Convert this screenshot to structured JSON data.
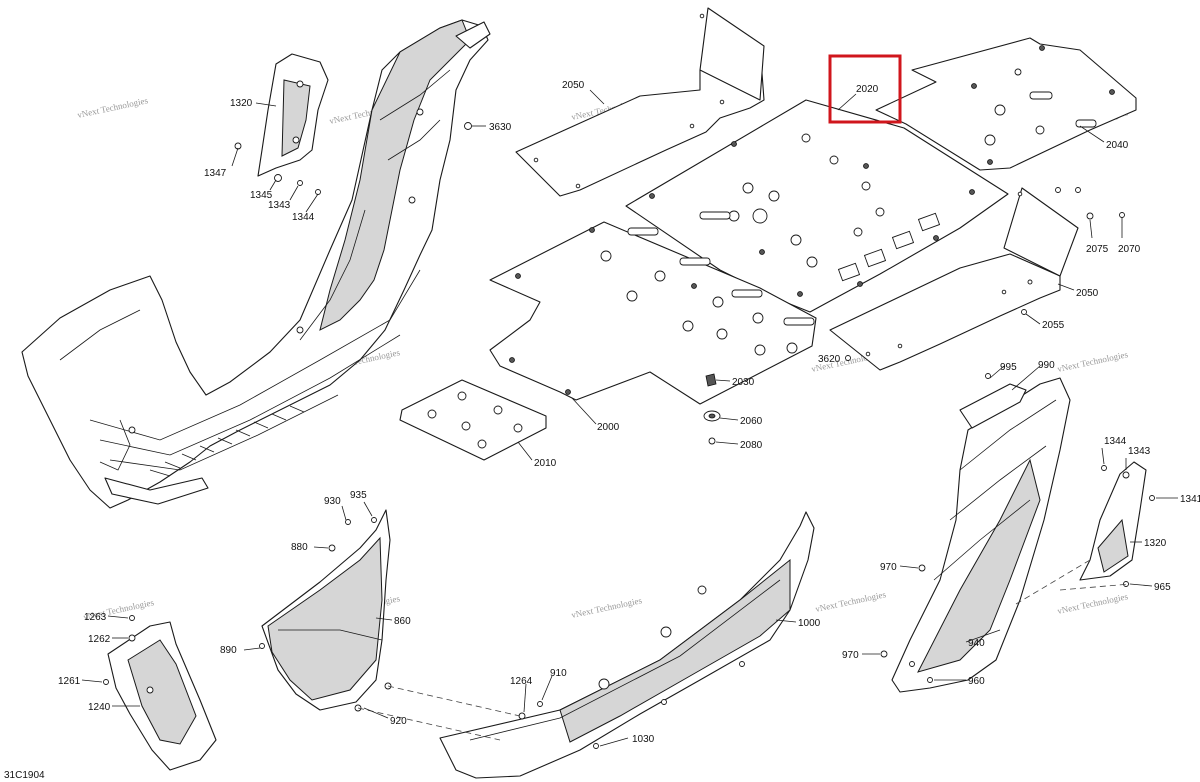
{
  "diagram": {
    "doc_id": "31C1904",
    "watermark": "vNext Technologies",
    "highlight_color": "#d0161c",
    "callouts": [
      {
        "id": "c3630",
        "label": "3630"
      },
      {
        "id": "c1320a",
        "label": "1320"
      },
      {
        "id": "c1347",
        "label": "1347"
      },
      {
        "id": "c1345a",
        "label": "1345"
      },
      {
        "id": "c1343a",
        "label": "1343"
      },
      {
        "id": "c1344a",
        "label": "1344"
      },
      {
        "id": "c2050a",
        "label": "2050"
      },
      {
        "id": "c2020",
        "label": "2020"
      },
      {
        "id": "c2040",
        "label": "2040"
      },
      {
        "id": "c2075",
        "label": "2075"
      },
      {
        "id": "c2070",
        "label": "2070"
      },
      {
        "id": "c2050b",
        "label": "2050"
      },
      {
        "id": "c2055",
        "label": "2055"
      },
      {
        "id": "c3620",
        "label": "3620"
      },
      {
        "id": "c2030",
        "label": "2030"
      },
      {
        "id": "c2060",
        "label": "2060"
      },
      {
        "id": "c2080",
        "label": "2080"
      },
      {
        "id": "c2000",
        "label": "2000"
      },
      {
        "id": "c2010",
        "label": "2010"
      },
      {
        "id": "c995",
        "label": "995"
      },
      {
        "id": "c990",
        "label": "990"
      },
      {
        "id": "c1344b",
        "label": "1344"
      },
      {
        "id": "c1343b",
        "label": "1343"
      },
      {
        "id": "c1341",
        "label": "1341"
      },
      {
        "id": "c1320b",
        "label": "1320"
      },
      {
        "id": "c965",
        "label": "965"
      },
      {
        "id": "c970a",
        "label": "970"
      },
      {
        "id": "c970b",
        "label": "970"
      },
      {
        "id": "c940",
        "label": "940"
      },
      {
        "id": "c960",
        "label": "960"
      },
      {
        "id": "c930",
        "label": "930"
      },
      {
        "id": "c935",
        "label": "935"
      },
      {
        "id": "c880",
        "label": "880"
      },
      {
        "id": "c860",
        "label": "860"
      },
      {
        "id": "c890",
        "label": "890"
      },
      {
        "id": "c920",
        "label": "920"
      },
      {
        "id": "c1000",
        "label": "1000"
      },
      {
        "id": "c1264",
        "label": "1264"
      },
      {
        "id": "c910",
        "label": "910"
      },
      {
        "id": "c1030",
        "label": "1030"
      },
      {
        "id": "c1263",
        "label": "1263"
      },
      {
        "id": "c1262",
        "label": "1262"
      },
      {
        "id": "c1261",
        "label": "1261"
      },
      {
        "id": "c1240",
        "label": "1240"
      }
    ]
  }
}
